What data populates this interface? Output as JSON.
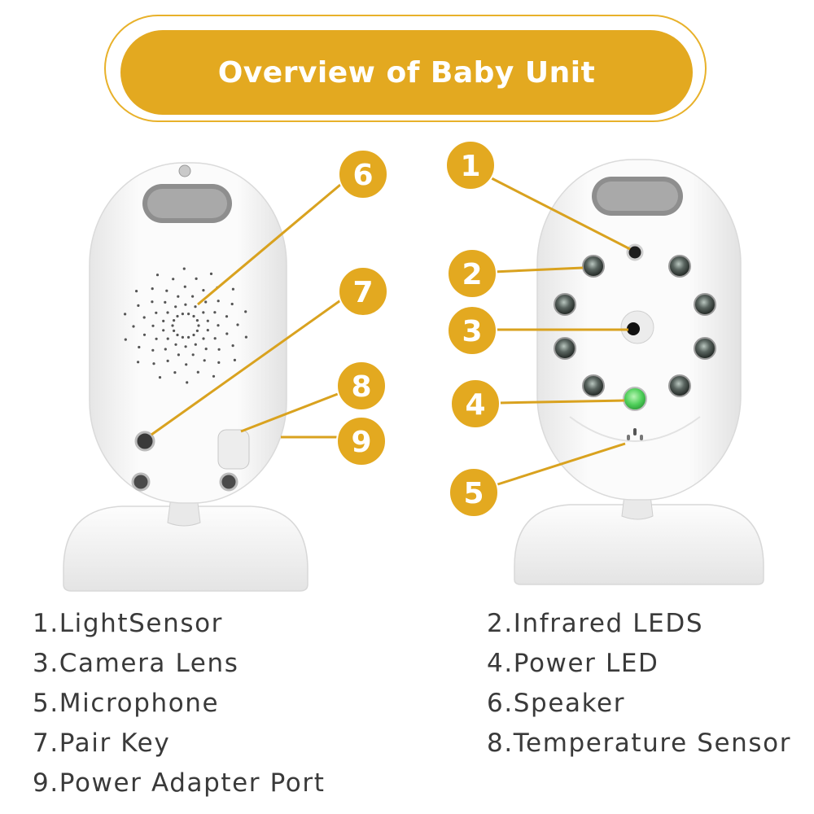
{
  "header": {
    "title": "Overview of Baby Unit"
  },
  "callouts": [
    "1",
    "2",
    "3",
    "4",
    "5",
    "6",
    "7",
    "8",
    "9"
  ],
  "legend": [
    "1.LightSensor",
    "2.Infrared LEDS",
    "3.Camera Lens",
    "4.Power LED",
    "5.Microphone",
    "6.Speaker",
    "7.Pair Key",
    "8.Temperature Sensor",
    "9.Power Adapter Port"
  ],
  "colors": {
    "accent": "#e3a920",
    "led_green": "#4fcf5a",
    "device_body": "#f7f7f7"
  }
}
